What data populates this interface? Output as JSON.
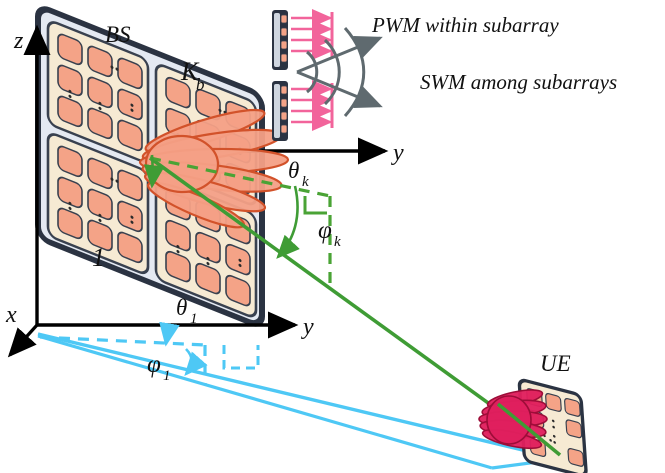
{
  "figure": {
    "title_hidden": "Hybrid near-field/far-field channel model: BS subarrays to UE",
    "background": "#ffffff"
  },
  "colors": {
    "panel_frame": "#2b3342",
    "panel_face": "#f6ead3",
    "panel_face_alt": "#f7efdd",
    "element_fill": "#f4a387",
    "element_stroke": "#39414f",
    "gap_fill": "#e4e9f2",
    "bs_beam_fill": "#f4a086",
    "bs_beam_stroke": "#d2522a",
    "ue_beam_fill": "#e01f5e",
    "ue_beam_stroke": "#9d0d38",
    "green_ray": "#3f9c35",
    "green_dash": "#4aa335",
    "cyan_ray": "#4ec8f5",
    "cyan_dash": "#4ec8f5",
    "axis_black": "#000000",
    "pink_wave": "#f2649b",
    "gray_arrow": "#5f6a6f",
    "text": "#111111"
  },
  "axes": {
    "z_label": "z",
    "y_label_upper": "y",
    "y_label_lower": "y",
    "x_label": "x"
  },
  "labels": {
    "bs": "BS",
    "ue": "UE",
    "subarray_first": "1",
    "subarray_last": "K",
    "subarray_last_sub": "b",
    "theta_k": "θ",
    "theta_k_sub": "k",
    "phi_k": "φ",
    "phi_k_sub": "k",
    "theta_1": "θ",
    "theta_1_sub": "1",
    "phi_1": "φ",
    "phi_1_sub": "1"
  },
  "annotations": {
    "pwm": "PWM within subarray",
    "swm": "SWM among subarrays"
  },
  "bs_panel": {
    "subarray_rows": 2,
    "subarray_cols": 2,
    "elements_per_subarray_rows": 3,
    "elements_per_subarray_cols": 3,
    "ellipsis_marks": "dotted continuation"
  },
  "ue_panel": {
    "element_rows": 3,
    "element_cols": 3,
    "ellipsis_marks": "dotted continuation"
  },
  "side_subarrays": {
    "count": 2,
    "elements_each": 4,
    "wave_arrows_each": 4,
    "wave_type": "planar"
  },
  "swm_wavefronts": {
    "arc_count": 3,
    "arrow_count": 2,
    "wave_type": "spherical"
  },
  "chart_data": {
    "type": "diagram",
    "description": "3D geometry of a base station with K_b subarrays illuminating a user equipment panel",
    "rays": [
      {
        "name": "bs-to-ue-green-ray",
        "color": "#3f9c35",
        "style": "solid"
      },
      {
        "name": "ground-projection-cyan-ray",
        "color": "#4ec8f5",
        "style": "solid"
      },
      {
        "name": "azimuth-dashed-green",
        "color": "#4aa335",
        "style": "dashed"
      },
      {
        "name": "azimuth-dashed-cyan",
        "color": "#4ec8f5",
        "style": "dashed"
      }
    ],
    "angles": [
      "theta_k",
      "phi_k",
      "theta_1",
      "phi_1"
    ]
  }
}
